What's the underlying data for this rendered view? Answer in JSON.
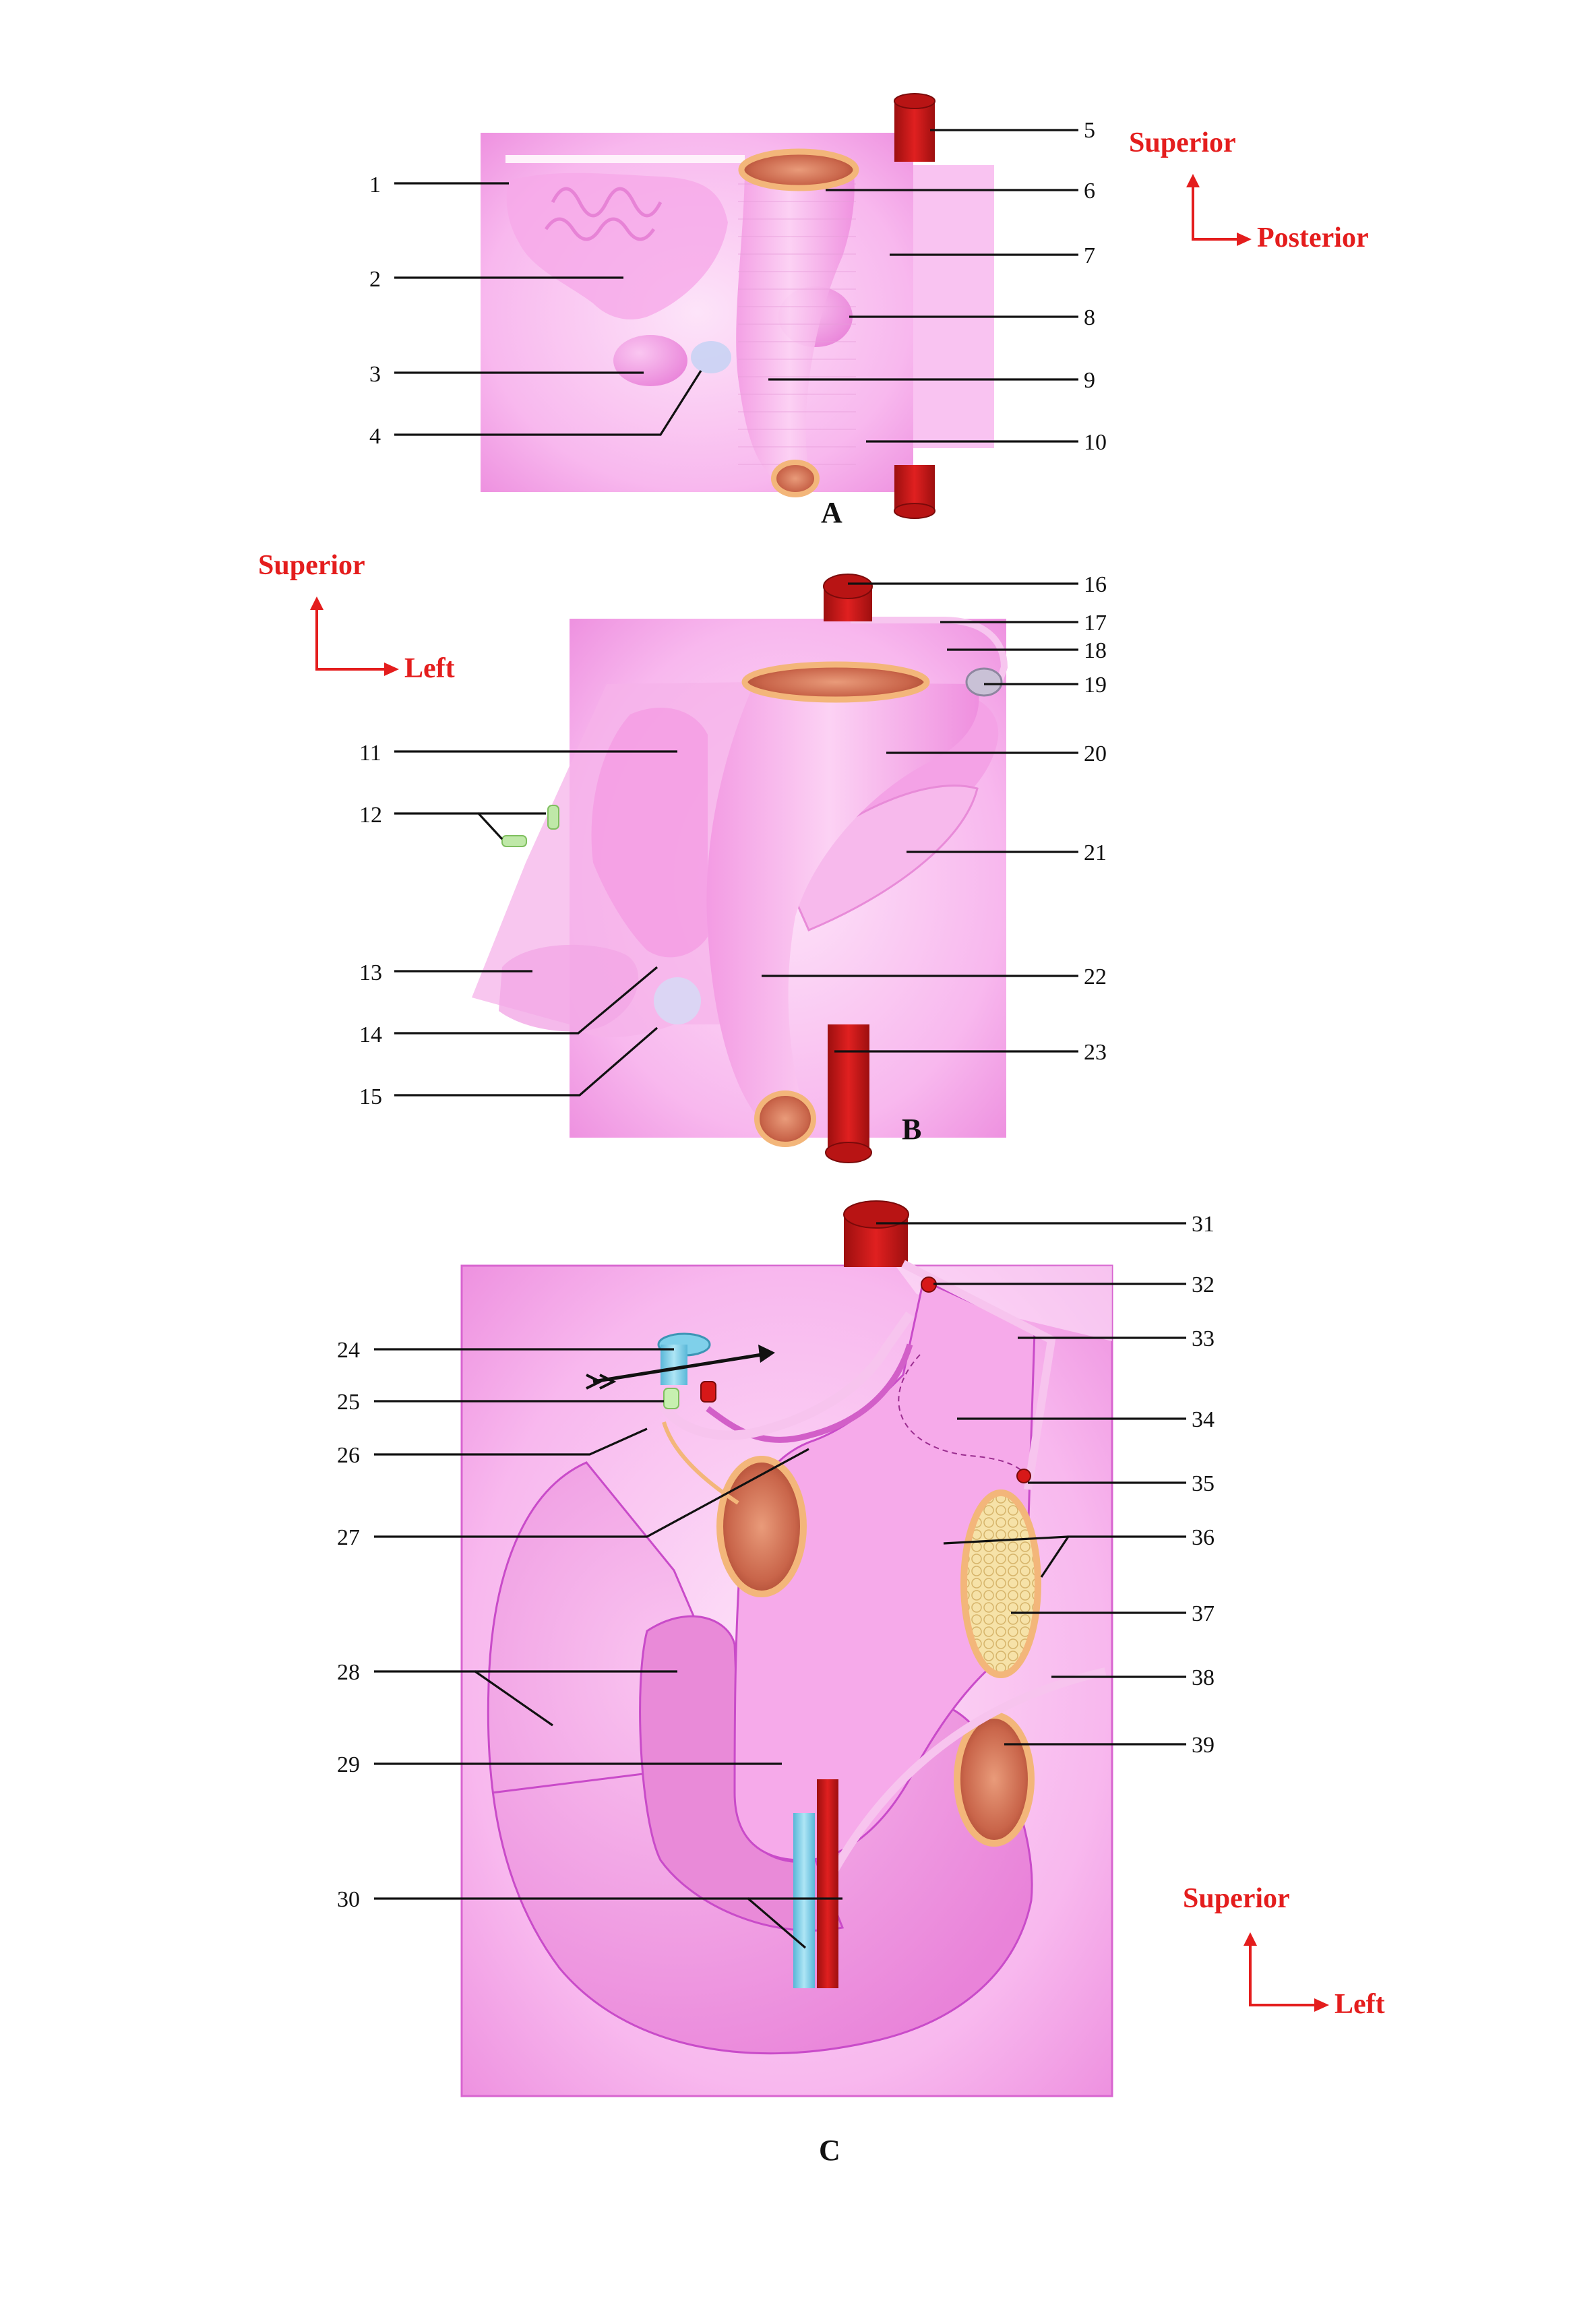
{
  "panels": [
    {
      "id": "A",
      "label": "A"
    },
    {
      "id": "B",
      "label": "B"
    },
    {
      "id": "C",
      "label": "C"
    }
  ],
  "orientation": {
    "A": {
      "vertical": "Superior",
      "horizontal": "Posterior"
    },
    "B": {
      "vertical": "Superior",
      "horizontal": "Left"
    },
    "C": {
      "vertical": "Superior",
      "horizontal": "Left"
    }
  },
  "labels": [
    "1",
    "2",
    "3",
    "4",
    "5",
    "6",
    "7",
    "8",
    "9",
    "10",
    "11",
    "12",
    "13",
    "14",
    "15",
    "16",
    "17",
    "18",
    "19",
    "20",
    "21",
    "22",
    "23",
    "24",
    "25",
    "26",
    "27",
    "28",
    "29",
    "30",
    "31",
    "32",
    "33",
    "34",
    "35",
    "36",
    "37",
    "38",
    "39"
  ],
  "colors": {
    "tissue_light": "#fbd0f4",
    "tissue": "#f5a6e8",
    "tissue_dark": "#e77fd8",
    "outline": "#c94bc9",
    "artery": "#d71818",
    "artery_dark": "#9d0f0f",
    "vein": "#7fd0ea",
    "lumen_ring": "#f3b67a",
    "lumen_inner": "#d87a5c",
    "fat": "#f4dea0",
    "orientation": "#e41d1d"
  }
}
